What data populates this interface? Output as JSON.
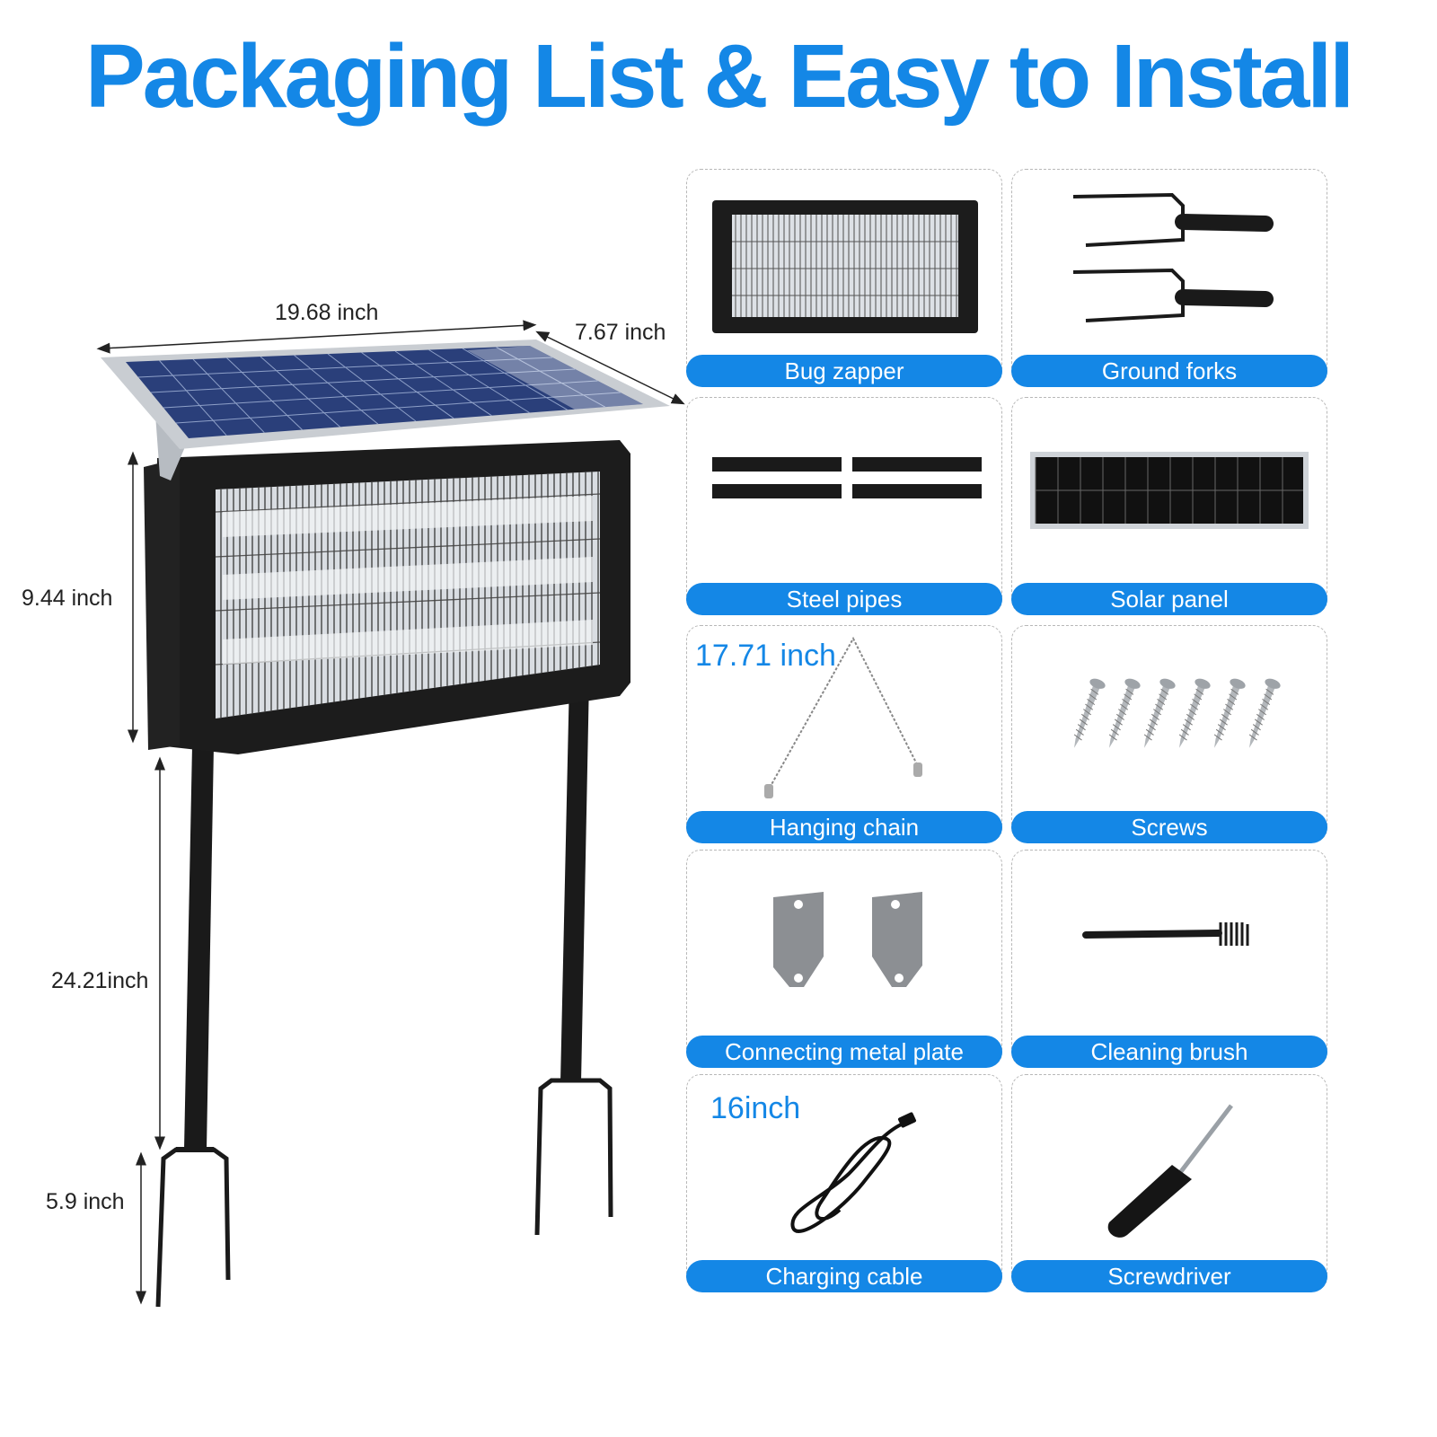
{
  "title": "Packaging List & Easy to Install",
  "colors": {
    "accent": "#1487e6",
    "product_black": "#1c1c1c",
    "panel_blue": "#2a3f7a"
  },
  "dimensions": {
    "width": "19.68 inch",
    "depth": "7.67 inch",
    "height": "9.44 inch",
    "pole_length": "24.21inch",
    "fork_length": "5.9 inch"
  },
  "items": [
    {
      "label": "Bug zapper",
      "icon": "bug-zapper-icon"
    },
    {
      "label": "Ground forks",
      "icon": "ground-forks-icon"
    },
    {
      "label": "Steel pipes",
      "icon": "steel-pipes-icon"
    },
    {
      "label": "Solar panel",
      "icon": "solar-panel-icon"
    },
    {
      "label": "Hanging chain",
      "icon": "hanging-chain-icon",
      "dim": "17.71 inch"
    },
    {
      "label": "Screws",
      "icon": "screws-icon"
    },
    {
      "label": "Connecting metal plate",
      "icon": "metal-plate-icon"
    },
    {
      "label": "Cleaning brush",
      "icon": "cleaning-brush-icon"
    },
    {
      "label": "Charging cable",
      "icon": "charging-cable-icon",
      "dim": "16inch"
    },
    {
      "label": "Screwdriver",
      "icon": "screwdriver-icon"
    }
  ]
}
